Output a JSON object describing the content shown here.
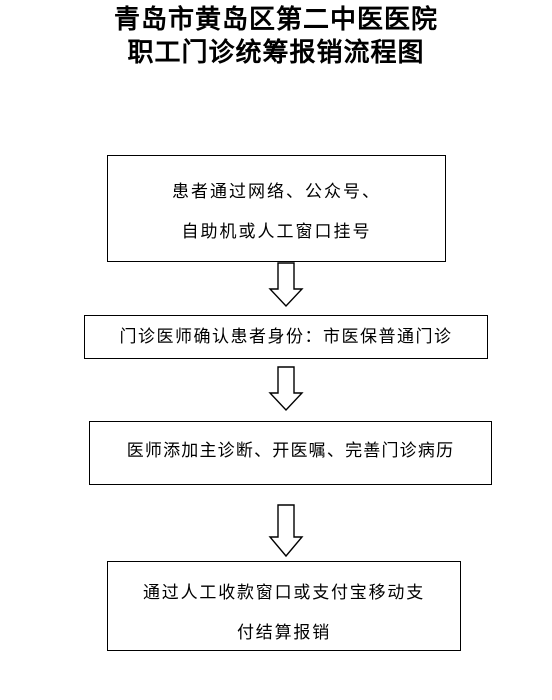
{
  "title": {
    "line1": "青岛市黄岛区第二中医医院",
    "line2": "职工门诊统筹报销流程图"
  },
  "steps": [
    {
      "lines": [
        "患者通过网络、公众号、",
        "自助机或人工窗口挂号"
      ]
    },
    {
      "lines": [
        "门诊医师确认患者身份：市医保普通门诊"
      ]
    },
    {
      "lines": [
        "医师添加主诊断、开医嘱、完善门诊病历"
      ]
    },
    {
      "lines": [
        "通过人工收款窗口或支付宝移动支",
        "付结算报销"
      ]
    }
  ],
  "arrows": [
    "down-arrow",
    "down-arrow",
    "down-arrow"
  ]
}
